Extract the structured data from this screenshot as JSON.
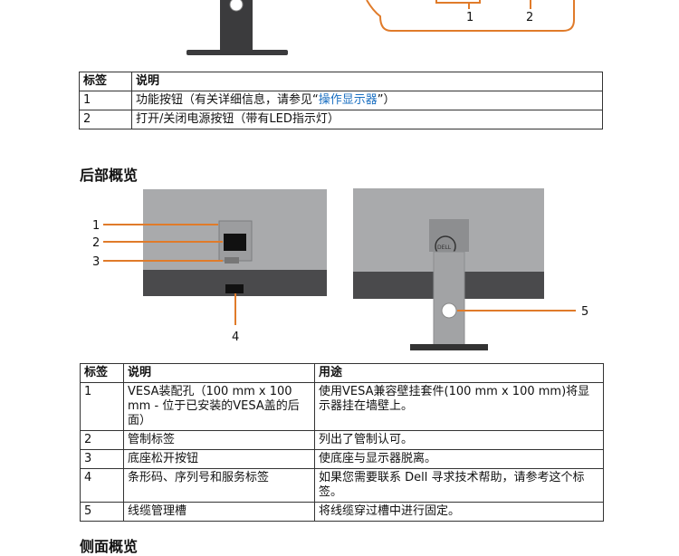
{
  "top_figure": {
    "callout_1": "1",
    "callout_2": "2"
  },
  "table1": {
    "headers": [
      "标签",
      "说明"
    ],
    "rows": [
      {
        "label": "1",
        "desc_prefix": "功能按钮（有关详细信息，请参见“",
        "desc_link": "操作显示器",
        "desc_suffix": "”）"
      },
      {
        "label": "2",
        "desc": "打开/关闭电源按钮（带有LED指示灯）"
      }
    ]
  },
  "rear_section": {
    "title": "后部概览",
    "callouts": [
      "1",
      "2",
      "3",
      "4",
      "5"
    ],
    "logo_text": "DELL"
  },
  "table2": {
    "headers": [
      "标签",
      "说明",
      "用途"
    ],
    "rows": [
      {
        "label": "1",
        "desc": "VESA装配孔（100 mm x 100 mm - 位于已安装的VESA盖的后面）",
        "use": "使用VESA兼容壁挂套件(100 mm x 100 mm)将显示器挂在墙壁上。"
      },
      {
        "label": "2",
        "desc": "管制标签",
        "use": "列出了管制认可。"
      },
      {
        "label": "3",
        "desc": "底座松开按钮",
        "use": "使底座与显示器脱离。"
      },
      {
        "label": "4",
        "desc": "条形码、序列号和服务标签",
        "use": "如果您需要联系 Dell 寻求技术帮助，请参考这个标签。"
      },
      {
        "label": "5",
        "desc": "线缆管理槽",
        "use": "将线缆穿过槽中进行固定。"
      }
    ]
  },
  "next_section_title": "侧面概览",
  "colors": {
    "callout": "#e07b2a",
    "link": "#1a6fc1",
    "monitor_gray": "#a9aaac",
    "bezel_dark": "#4a4a4c"
  }
}
